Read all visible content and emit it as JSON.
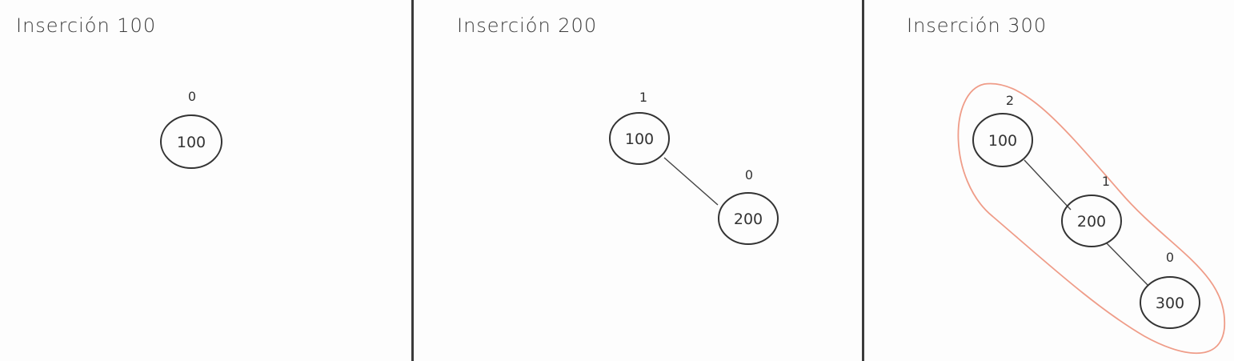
{
  "colors": {
    "background": "#fdfdfd",
    "ink": "#333333",
    "divider": "#3b3b3b",
    "highlight": "#ef9c88"
  },
  "panels": [
    {
      "title": "Inserción 100",
      "nodes": [
        {
          "value": "100",
          "height": "0"
        }
      ]
    },
    {
      "title": "Inserción 200",
      "nodes": [
        {
          "value": "100",
          "height": "1"
        },
        {
          "value": "200",
          "height": "0"
        }
      ]
    },
    {
      "title": "Inserción 300",
      "highlighted": true,
      "nodes": [
        {
          "value": "100",
          "height": "2"
        },
        {
          "value": "200",
          "height": "1"
        },
        {
          "value": "300",
          "height": "0"
        }
      ]
    }
  ]
}
